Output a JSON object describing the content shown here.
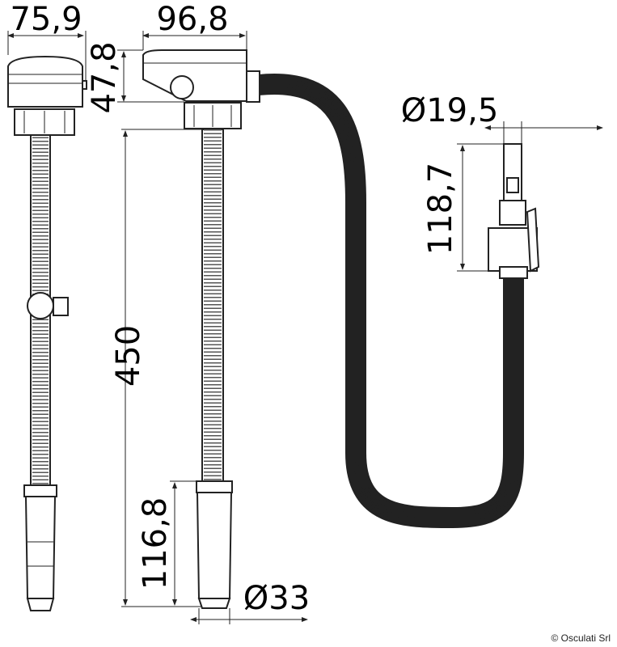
{
  "dimensions": {
    "head_width_side": "75,9",
    "head_width_front": "96,8",
    "head_height": "47,8",
    "hose_length": "450",
    "float_length": "116,8",
    "float_diameter": "Ø33",
    "outlet_diameter": "Ø19,5",
    "outlet_fitting_height": "118,7"
  },
  "copyright": "© Osculati Srl"
}
